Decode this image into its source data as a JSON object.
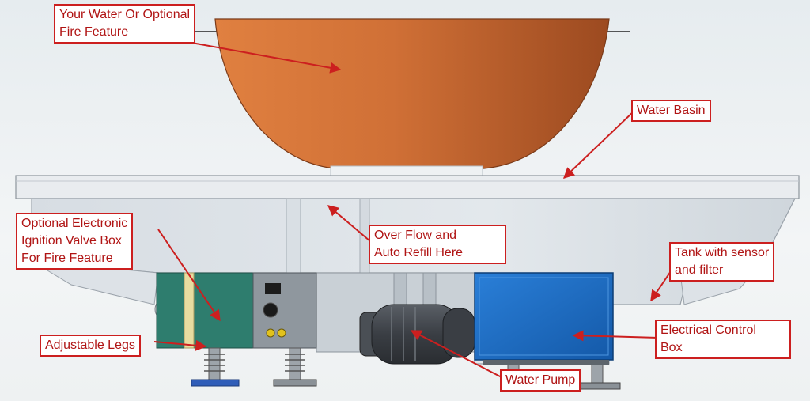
{
  "callouts": {
    "fire_feature": {
      "line1": "Your Water Or Optional",
      "line2": "Fire Feature"
    },
    "water_basin": {
      "line1": "Water Basin"
    },
    "ignition_box": {
      "line1": "Optional Electronic",
      "line2": "Ignition Valve Box",
      "line3": "For Fire Feature"
    },
    "overflow": {
      "line1": "Over Flow and",
      "line2": "Auto Refill Here"
    },
    "tank": {
      "line1": "Tank with sensor",
      "line2": "and filter"
    },
    "legs": {
      "line1": "Adjustable Legs"
    },
    "control_box": {
      "line1": "Electrical Control",
      "line2": "Box"
    },
    "pump": {
      "line1": "Water Pump"
    }
  },
  "colors": {
    "callout_border": "#cc1f1f",
    "callout_text": "#b01414",
    "bowl": "#c8682e",
    "control_box": "#1e6fc8",
    "ignition_box": "#2e7d6e"
  }
}
